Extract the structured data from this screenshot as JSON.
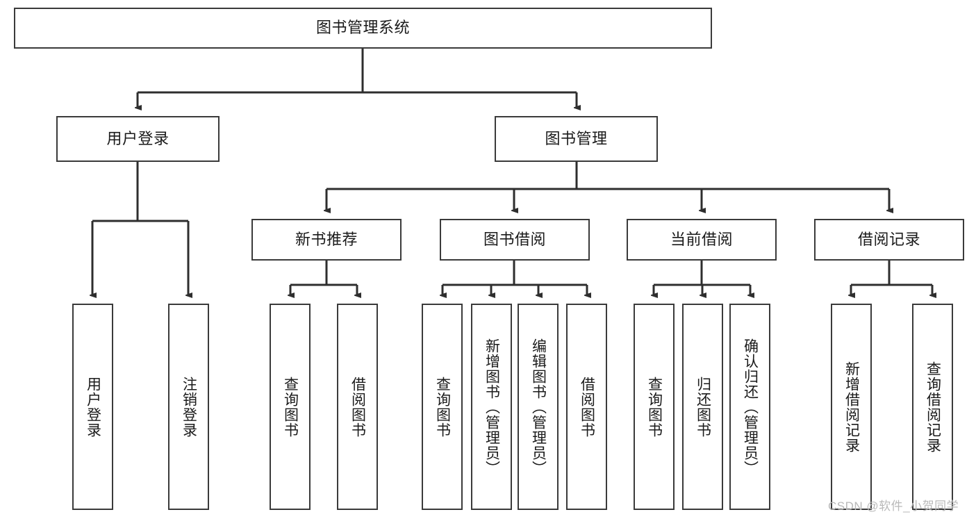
{
  "diagram": {
    "title": "图书管理系统",
    "type": "hierarchy-tree",
    "root": {
      "id": "root",
      "label": "图书管理系统"
    },
    "level2": [
      {
        "id": "user-login",
        "label": "用户登录"
      },
      {
        "id": "book-manage",
        "label": "图书管理"
      }
    ],
    "level3": [
      {
        "id": "new-book-recommend",
        "label": "新书推荐",
        "parent": "book-manage"
      },
      {
        "id": "book-borrow",
        "label": "图书借阅",
        "parent": "book-manage"
      },
      {
        "id": "current-borrow",
        "label": "当前借阅",
        "parent": "book-manage"
      },
      {
        "id": "borrow-record",
        "label": "借阅记录",
        "parent": "book-manage"
      }
    ],
    "leaves": [
      {
        "id": "leaf-user-login",
        "label": "用户登录",
        "parent": "user-login"
      },
      {
        "id": "leaf-logout",
        "label": "注销登录",
        "parent": "user-login"
      },
      {
        "id": "leaf-query-book-1",
        "label": "查询图书",
        "parent": "new-book-recommend"
      },
      {
        "id": "leaf-borrow-book-1",
        "label": "借阅图书",
        "parent": "new-book-recommend"
      },
      {
        "id": "leaf-query-book-2",
        "label": "查询图书",
        "parent": "book-borrow"
      },
      {
        "id": "leaf-add-book",
        "label": "新增图书（管理员）",
        "parent": "book-borrow"
      },
      {
        "id": "leaf-edit-book",
        "label": "编辑图书（管理员）",
        "parent": "book-borrow"
      },
      {
        "id": "leaf-borrow-book-2",
        "label": "借阅图书",
        "parent": "book-borrow"
      },
      {
        "id": "leaf-query-book-3",
        "label": "查询图书",
        "parent": "current-borrow"
      },
      {
        "id": "leaf-return-book",
        "label": "归还图书",
        "parent": "current-borrow"
      },
      {
        "id": "leaf-confirm-return",
        "label": "确认归还（管理员）",
        "parent": "current-borrow"
      },
      {
        "id": "leaf-add-record",
        "label": "新增借阅记录",
        "parent": "borrow-record"
      },
      {
        "id": "leaf-query-record",
        "label": "查询借阅记录",
        "parent": "borrow-record"
      }
    ],
    "watermark": "CSDN @软件_小贺同学",
    "colors": {
      "stroke": "#3a3a3a",
      "background": "#ffffff",
      "text": "#1a1a1a",
      "watermark": "#b9b9b9"
    }
  }
}
